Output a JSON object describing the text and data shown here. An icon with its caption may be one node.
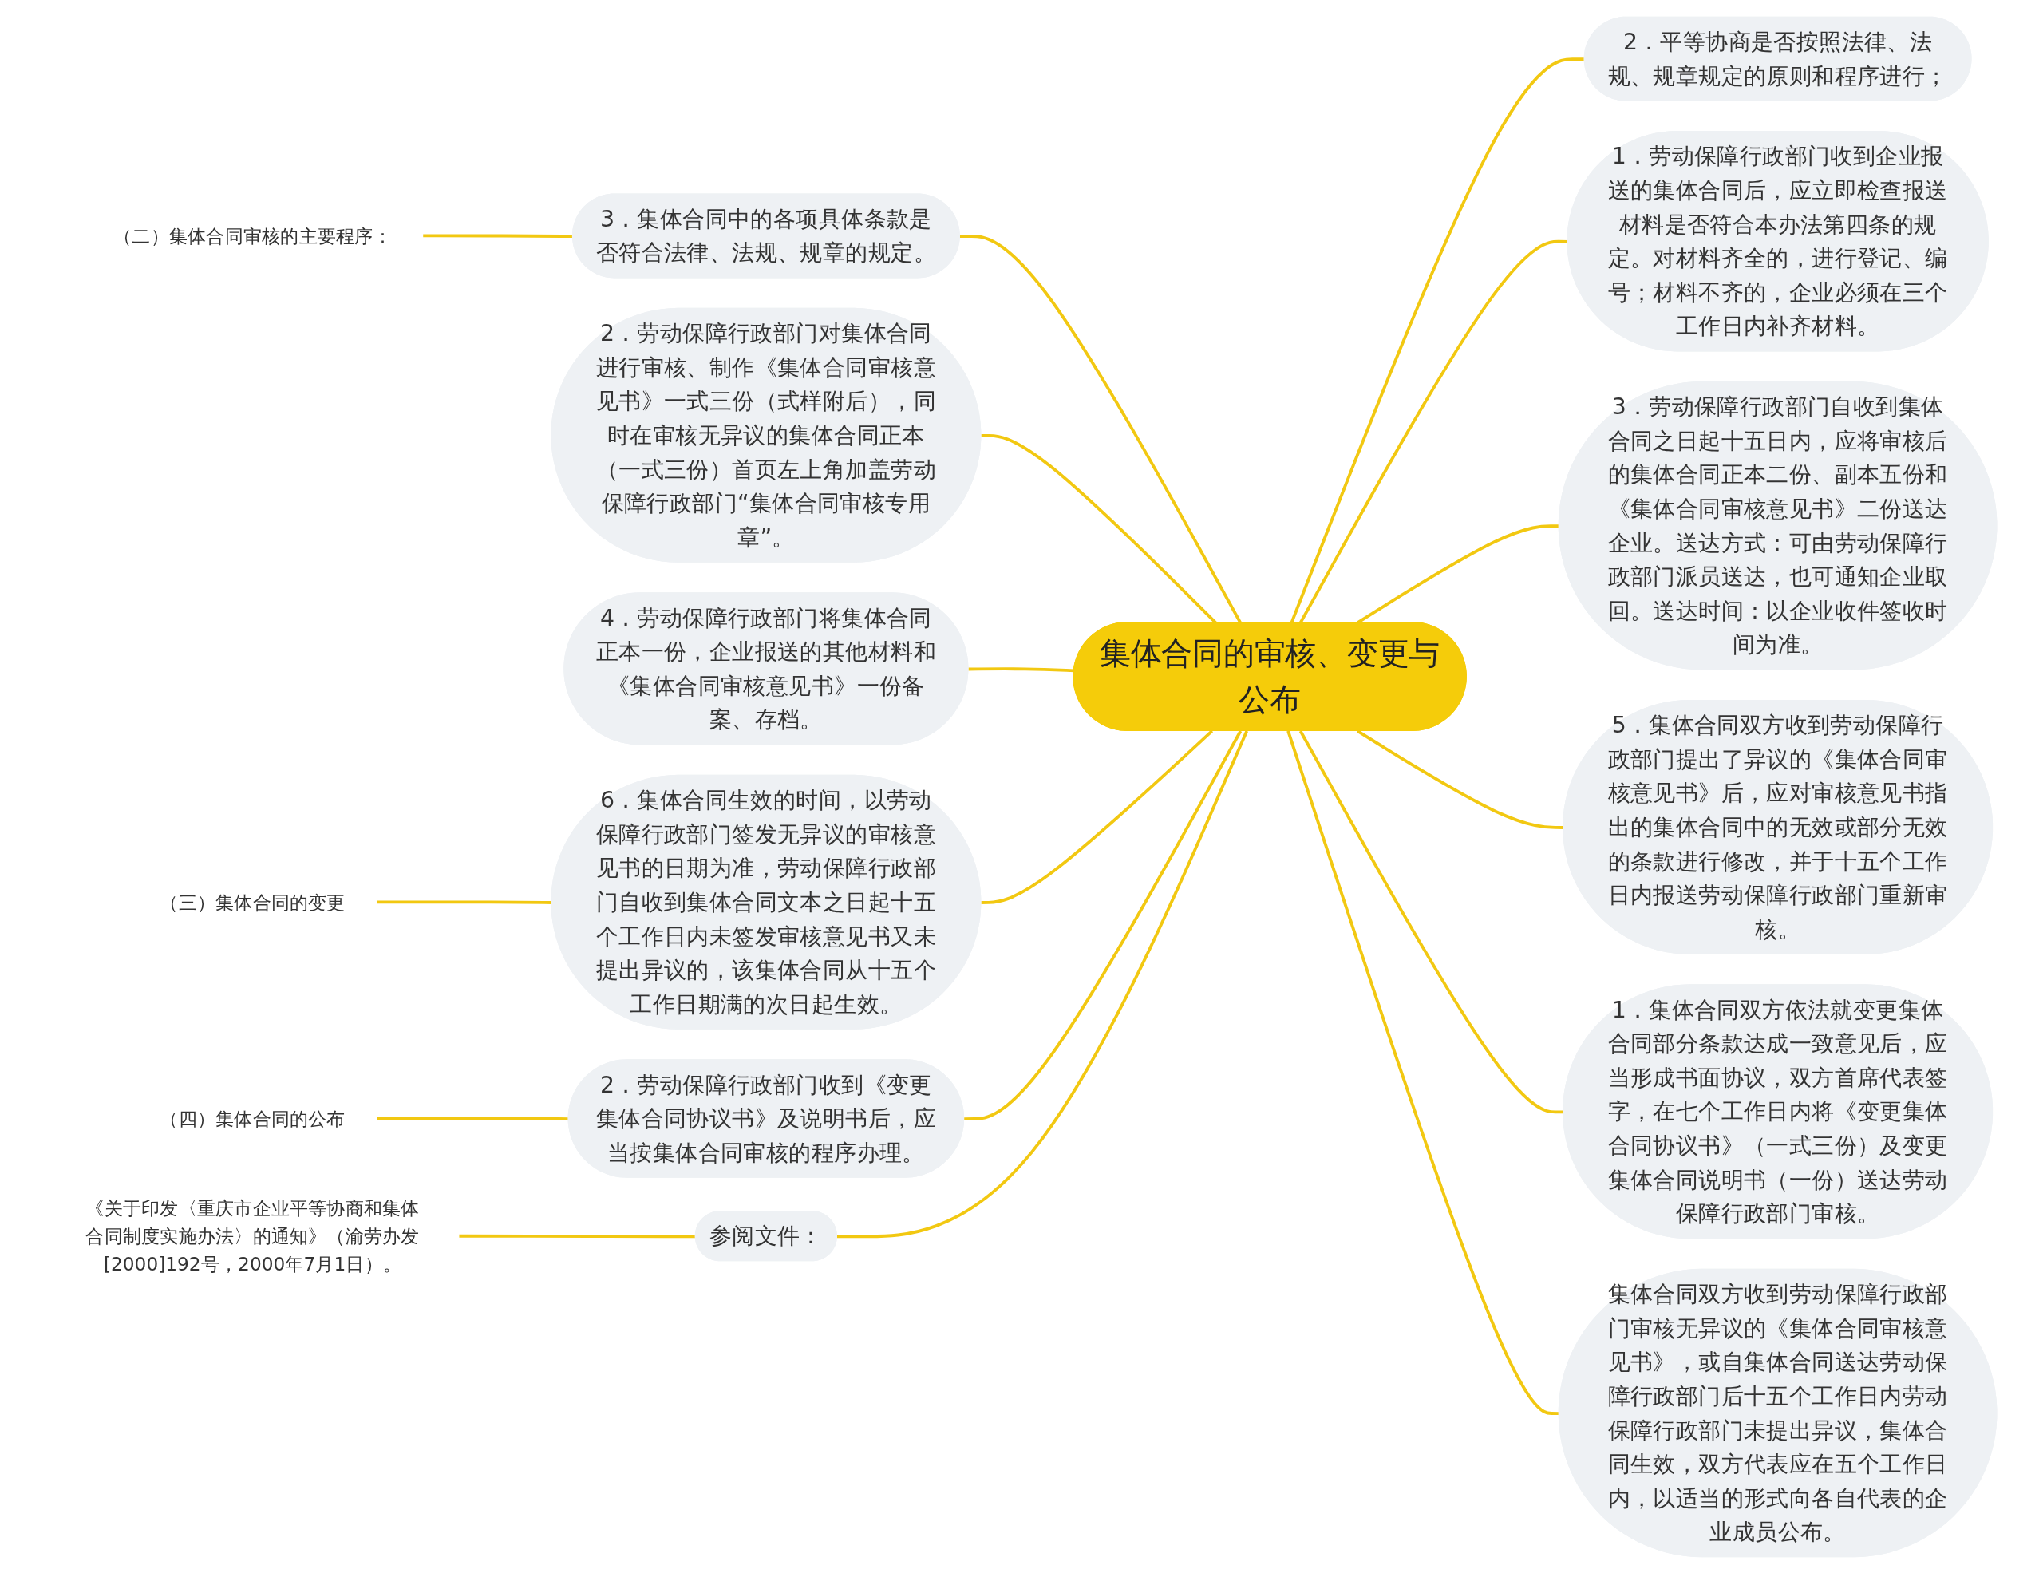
{
  "diagram": {
    "nodes": [
      {
        "text": [
          "集体合同的审核、变更与公布"
        ]
      },
      {
        "text": [
          "2．平等协商是否按照法律、法规、规章规定的原则和程序进行；"
        ]
      },
      {
        "text": [
          "1．劳动保障行政部门收到企业报送的集体合同后，应立即检查报送材料是否符合本办法第四条的规定。对材料齐全的，进行登记、编号；材料不齐的，企业必须在三个工作日内补齐材料。"
        ]
      },
      {
        "text": [
          "3．劳动保障行政部门自收到集体合同之日起十五日内，应将审核后的集体合同正本二份、副本五份和《集体合同审核意见书》二份送达企业。送达方式：可由劳动保障行政部门派员送达，也可通知企业取回。送达时间：以企业收件签收时间为准。"
        ]
      },
      {
        "text": [
          "5．集体合同双方收到劳动保障行政部门提出了异议的《集体合同审核意见书》后，应对审核意见书指出的集体合同中的无效或部分无效的条款进行修改，并于十五个工作日内报送劳动保障行政部门重新审核。"
        ]
      },
      {
        "text": [
          "1．集体合同双方依法就变更集体合同部分条款达成一致意见后，应当形成书面协议，双方首席代表签字，在七个工作日内将《变更集体合同协议书》（一式三份）及变更集体合同说明书（一份）送达劳动保障行政部门审核。"
        ]
      },
      {
        "text": [
          "集体合同双方收到劳动保障行政部门审核无异议的《集体合同审核意见书》，或自集体合同送达劳动保障行政部门后十五个工作日内劳动保障行政部门未提出异议，集体合同生效，双方代表应在五个工作日内，以适当的形式向各自代表的企业成员公布。"
        ]
      },
      {
        "text": [
          "3．集体合同中的各项具体条款是否符合法律、法规、规章的规定。"
        ]
      },
      {
        "text": [
          "（二）集体合同审核的主要程序："
        ]
      },
      {
        "text": [
          "2．劳动保障行政部门对集体合同进行审核、制作《集体合同审核意见书》一式三份（式样附后），同时在审核无异议的集体合同正本（一式三份）首页左上角加盖劳动保障行政部门“集体合同审核专用章”。"
        ]
      },
      {
        "text": [
          "4．劳动保障行政部门将集体合同正本一份，企业报送的其他材料和《集体合同审核意见书》一份备案、存档。"
        ]
      },
      {
        "text": [
          "6．集体合同生效的时间，以劳动保障行政部门签发无异议的审核意见书的日期为准，劳动保障行政部门自收到集体合同文本之日起十五个工作日内未签发审核意见书又未提出异议的，该集体合同从十五个工作日期满的次日起生效。"
        ]
      },
      {
        "text": [
          "（三）集体合同的变更"
        ]
      },
      {
        "text": [
          "2．劳动保障行政部门收到《变更集体合同协议书》及说明书后，应当按集体合同审核的程序办理。"
        ]
      },
      {
        "text": [
          "（四）集体合同的公布"
        ]
      },
      {
        "text": [
          "参阅文件："
        ]
      },
      {
        "text": [
          "《关于印发〈重庆市企业平等协商和集体合同制度实施办法〉的通知》（渝劳办发[2000]192号，2000年7月1日）。"
        ]
      }
    ],
    "edges": [
      {
        "from": 0,
        "to": 1,
        "arrow": "none"
      },
      {
        "from": 0,
        "to": 2,
        "arrow": "none"
      },
      {
        "from": 0,
        "to": 3,
        "arrow": "none"
      },
      {
        "from": 0,
        "to": 4,
        "arrow": "none"
      },
      {
        "from": 0,
        "to": 5,
        "arrow": "none"
      },
      {
        "from": 0,
        "to": 6,
        "arrow": "none"
      },
      {
        "from": 0,
        "to": 7,
        "arrow": "none"
      },
      {
        "from": 7,
        "to": 8,
        "arrow": "none"
      },
      {
        "from": 0,
        "to": 9,
        "arrow": "none"
      },
      {
        "from": 0,
        "to": 10,
        "arrow": "none"
      },
      {
        "from": 0,
        "to": 11,
        "arrow": "none"
      },
      {
        "from": 11,
        "to": 12,
        "arrow": "none"
      },
      {
        "from": 0,
        "to": 13,
        "arrow": "none"
      },
      {
        "from": 13,
        "to": 14,
        "arrow": "none"
      },
      {
        "from": 0,
        "to": 15,
        "arrow": "none"
      },
      {
        "from": 15,
        "to": 16,
        "arrow": "none"
      }
    ]
  }
}
